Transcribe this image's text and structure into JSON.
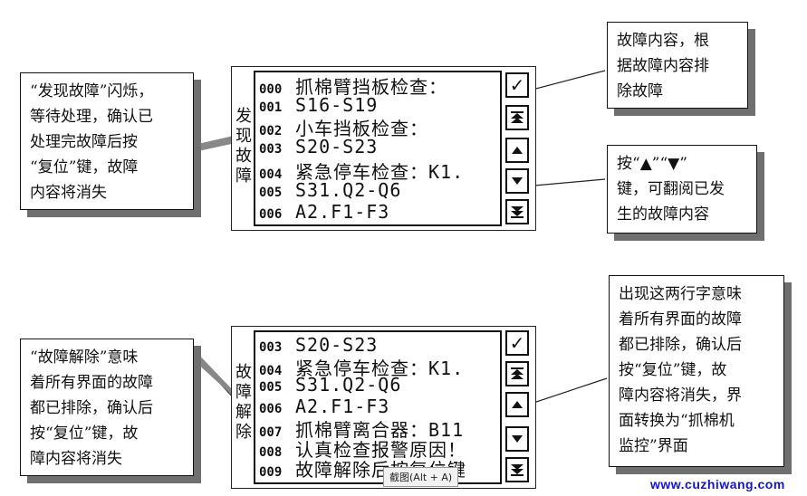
{
  "top": {
    "side_chars": [
      "发",
      "现",
      "故",
      "障"
    ],
    "rows": [
      {
        "num": "000",
        "text": "抓棉臂挡板检查："
      },
      {
        "num": "001",
        "text": "S16-S19"
      },
      {
        "num": "002",
        "text": "小车挡板检查："
      },
      {
        "num": "003",
        "text": "S20-S23"
      },
      {
        "num": "004",
        "text": "紧急停车检查：K1."
      },
      {
        "num": "005",
        "text": "S31.Q2-Q6"
      },
      {
        "num": "006",
        "text": "A2.F1-F3"
      }
    ]
  },
  "bottom": {
    "side_chars": [
      "故",
      "障",
      "解",
      "除"
    ],
    "rows": [
      {
        "num": "003",
        "text": "S20-S23"
      },
      {
        "num": "004",
        "text": "紧急停车检查：K1."
      },
      {
        "num": "005",
        "text": "S31.Q2-Q6"
      },
      {
        "num": "006",
        "text": "A2.F1-F3"
      },
      {
        "num": "007",
        "text": "抓棉臂离合器：B11"
      },
      {
        "num": "008",
        "text": "认真检查报警原因！"
      },
      {
        "num": "009",
        "text": "故障解除后按复位键"
      }
    ]
  },
  "buttons": {
    "confirm": "✓",
    "page_up": "page-up",
    "up": "up",
    "down": "down",
    "page_down": "page-down"
  },
  "callouts": {
    "top_left": [
      "“发现故障”闪烁，",
      "等待处理，确认已",
      "处理完故障后按",
      "“复位”键，故障",
      "内容将消失"
    ],
    "top_right_1": [
      "故障内容，根",
      "据故障内容排",
      "除故障"
    ],
    "top_right_2": [
      "按“▲”“▼”",
      "键，可翻阅已发",
      "生的故障内容"
    ],
    "bottom_left": [
      "“故障解除”意味",
      "着所有界面的故障",
      "都已排除，确认后",
      "按“复位”键，故",
      "障内容将消失"
    ],
    "bottom_right": [
      "出现这两行字意味",
      "着所有界面的故障",
      "都已排除，确认后",
      "按“复位”键，故",
      "障内容将消失，界",
      "面转换为“抓棉机",
      "监控”界面"
    ]
  },
  "tooltip": "截图(Alt + A)",
  "watermark": "www.cuzhiwang.com"
}
